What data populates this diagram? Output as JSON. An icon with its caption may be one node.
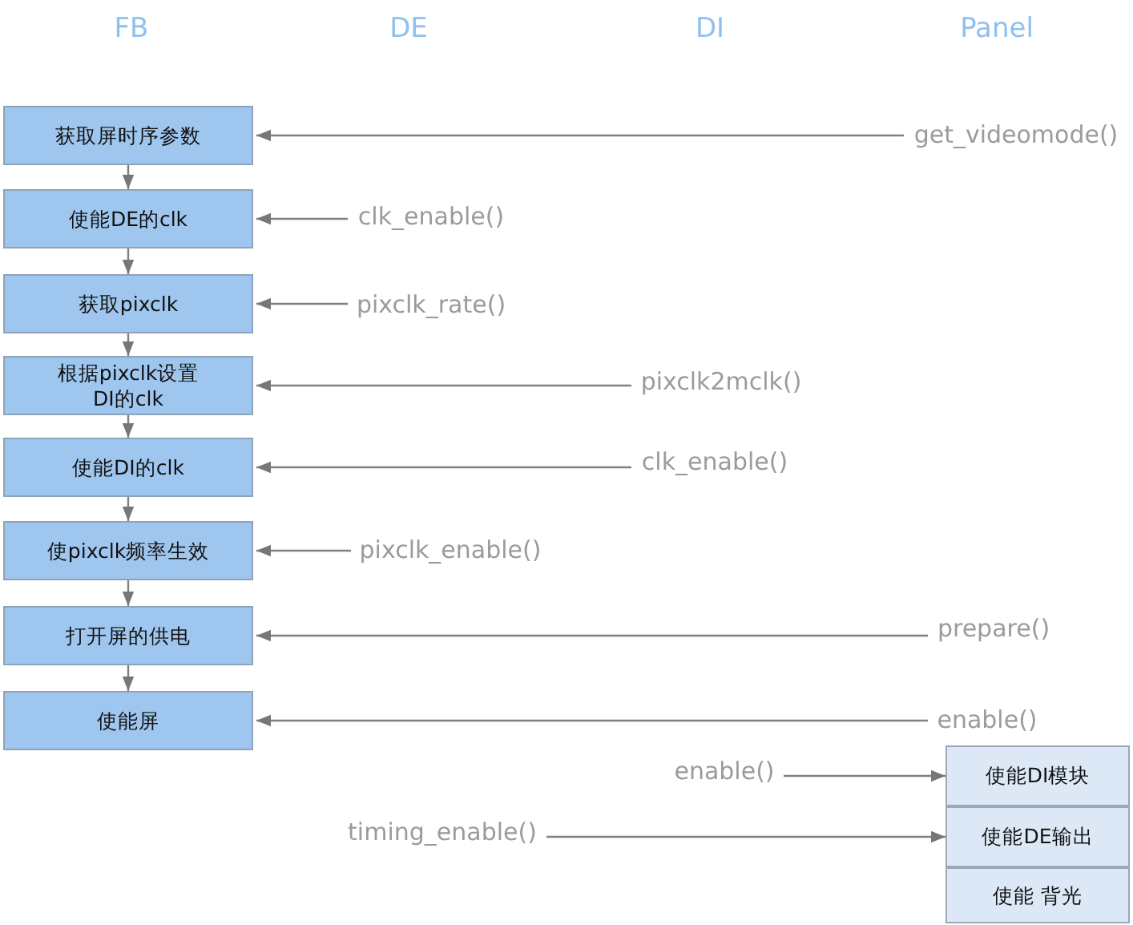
{
  "diagram": {
    "nodes": [
      {
        "text": [
          "获取屏时序参数"
        ]
      },
      {
        "text": [
          "get_videomode()"
        ]
      },
      {
        "text": [
          "使能DE的clk"
        ]
      },
      {
        "text": [
          "clk_enable()"
        ]
      },
      {
        "text": [
          "获取pixclk"
        ]
      },
      {
        "text": [
          "pixclk_rate()"
        ]
      },
      {
        "text": [
          "根据pixclk设置DI的clk"
        ]
      },
      {
        "text": [
          "pixclk2mclk()"
        ]
      },
      {
        "text": [
          "使能DI的clk"
        ]
      },
      {
        "text": [
          "clk_enable()"
        ]
      },
      {
        "text": [
          "使pixclk频率生效"
        ]
      },
      {
        "text": [
          "pixclk_enable()"
        ]
      },
      {
        "text": [
          "打开屏的供电"
        ]
      },
      {
        "text": [
          "prepare()"
        ]
      },
      {
        "text": [
          "使能屏"
        ]
      },
      {
        "text": [
          "enable()"
        ]
      },
      {
        "text": [
          "enable()"
        ]
      },
      {
        "text": [
          "使能DI模块"
        ]
      },
      {
        "text": [
          "timing_enable()"
        ]
      },
      {
        "text": [
          "使能DE输出"
        ]
      },
      {
        "text": [
          "使能 背光"
        ]
      }
    ],
    "edges": [
      {
        "from": 0,
        "to": 2,
        "arrow": "to"
      },
      {
        "from": 2,
        "to": 4,
        "arrow": "to"
      },
      {
        "from": 4,
        "to": 6,
        "arrow": "to"
      },
      {
        "from": 6,
        "to": 8,
        "arrow": "to"
      },
      {
        "from": 8,
        "to": 10,
        "arrow": "to"
      },
      {
        "from": 10,
        "to": 12,
        "arrow": "to"
      },
      {
        "from": 12,
        "to": 14,
        "arrow": "to"
      },
      {
        "from": 1,
        "to": 0,
        "arrow": "to"
      },
      {
        "from": 3,
        "to": 2,
        "arrow": "to"
      },
      {
        "from": 5,
        "to": 4,
        "arrow": "to"
      },
      {
        "from": 7,
        "to": 6,
        "arrow": "to"
      },
      {
        "from": 9,
        "to": 8,
        "arrow": "to"
      },
      {
        "from": 11,
        "to": 10,
        "arrow": "to"
      },
      {
        "from": 13,
        "to": 12,
        "arrow": "to"
      },
      {
        "from": 15,
        "to": 14,
        "arrow": "to"
      },
      {
        "from": 16,
        "to": 17,
        "arrow": "to"
      },
      {
        "from": 18,
        "to": 19,
        "arrow": "to"
      }
    ],
    "labels": [
      "FB",
      "DE",
      "DI",
      "Panel"
    ]
  }
}
